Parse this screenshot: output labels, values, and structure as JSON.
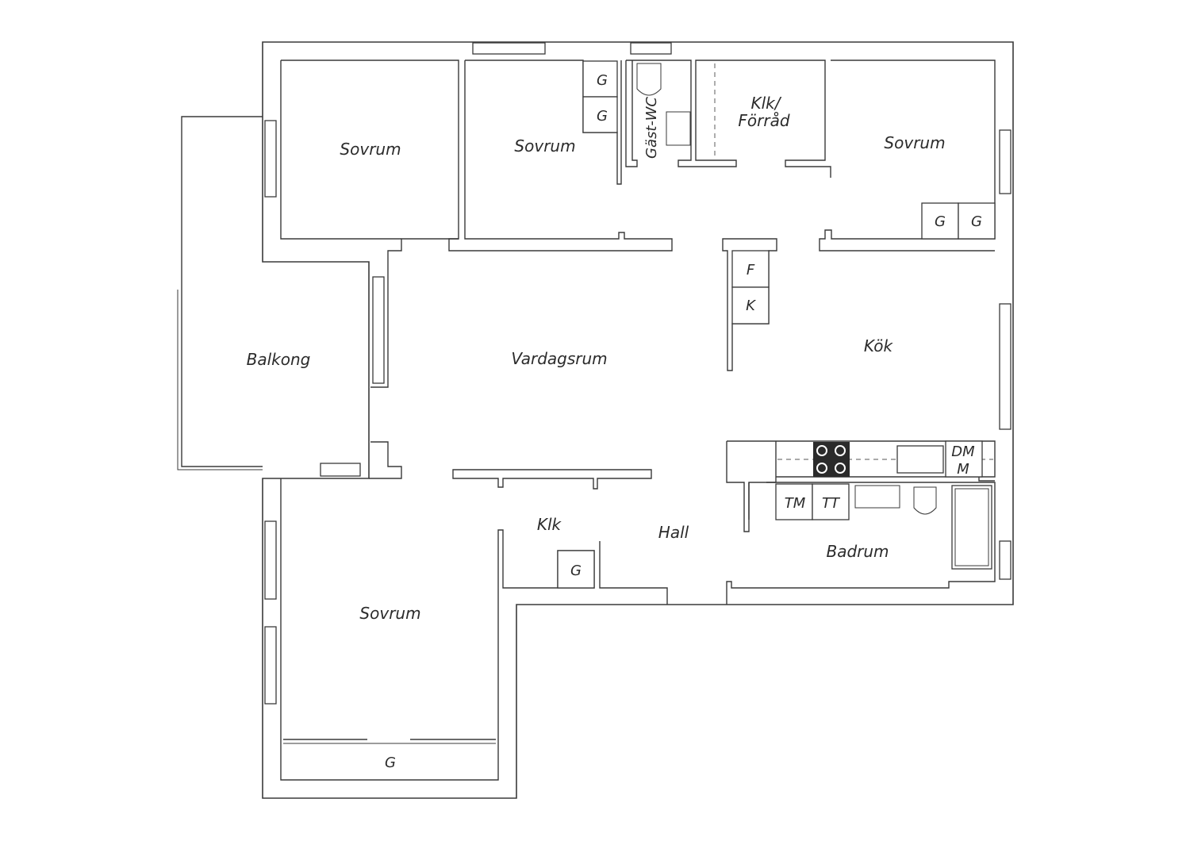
{
  "rooms": {
    "sovrum_nw": "Sovrum",
    "sovrum_n": "Sovrum",
    "gast_wc": "Gäst-WC",
    "klk_forrad_1": "Klk/",
    "klk_forrad_2": "Förråd",
    "sovrum_ne": "Sovrum",
    "balkong": "Balkong",
    "vardagsrum": "Vardagsrum",
    "kok": "Kök",
    "klk": "Klk",
    "hall": "Hall",
    "badrum": "Badrum",
    "sovrum_sw": "Sovrum"
  },
  "fixtures": {
    "g": "G",
    "f": "F",
    "k": "K",
    "tm": "TM",
    "tt": "TT",
    "dm": "DM",
    "m": "M"
  },
  "colors": {
    "wall": "#3a3a3a",
    "stove": "#2b2b2b"
  }
}
